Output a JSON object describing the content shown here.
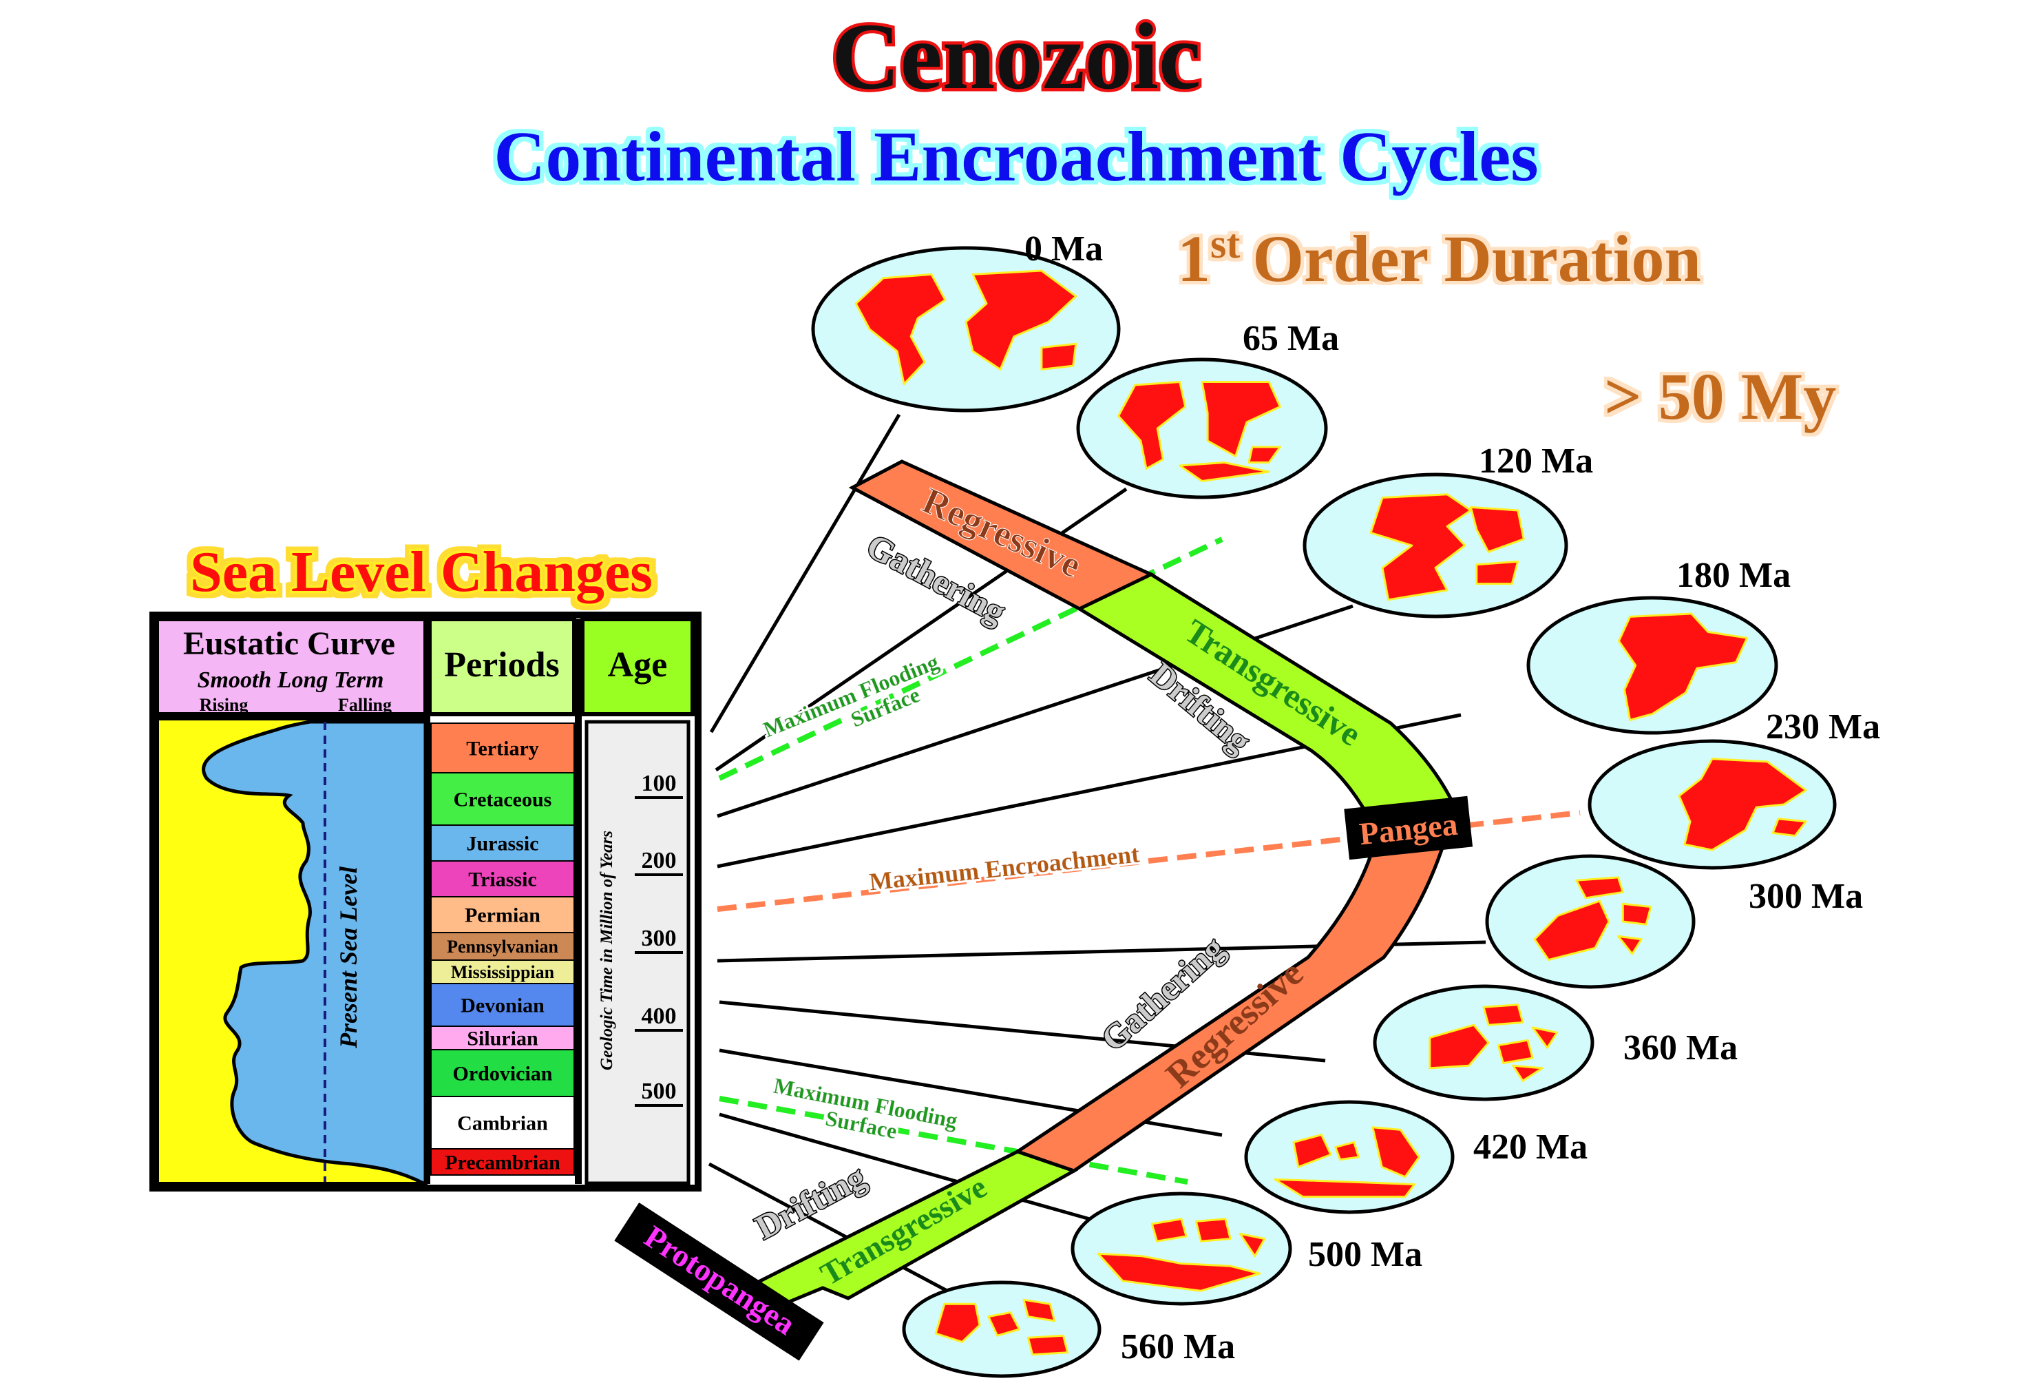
{
  "title": "Cenozoic",
  "subtitle": "Continental Encroachment Cycles",
  "duration": {
    "order_number": "1",
    "order_suffix": "st",
    "order_label": "Order Duration",
    "value": "> 50 My"
  },
  "sea_level": {
    "heading": "Sea Level Changes",
    "eustatic_title": "Eustatic Curve",
    "eustatic_subtitle": "Smooth Long Term",
    "rising_label": "Rising",
    "falling_label": "Falling",
    "present_sea_level_label": "Present Sea Level",
    "periods_title": "Periods",
    "age_title": "Age",
    "age_axis_label": "Geologic Time in Million of Years",
    "age_ticks": [
      "100",
      "200",
      "300",
      "400",
      "500"
    ],
    "periods": [
      {
        "name": "Tertiary",
        "color": "#ff7f50"
      },
      {
        "name": "Cretaceous",
        "color": "#44ee44"
      },
      {
        "name": "Jurassic",
        "color": "#6ab7ee"
      },
      {
        "name": "Triassic",
        "color": "#ee44bb"
      },
      {
        "name": "Permian",
        "color": "#ffbb88"
      },
      {
        "name": "Pennsylvanian",
        "color": "#cc8855"
      },
      {
        "name": "Mississippian",
        "color": "#eeee99"
      },
      {
        "name": "Devonian",
        "color": "#5588ee"
      },
      {
        "name": "Silurian",
        "color": "#ffaaee"
      },
      {
        "name": "Ordovician",
        "color": "#22dd44"
      },
      {
        "name": "Cambrian",
        "color": "#ffffff"
      },
      {
        "name": "Precambrian",
        "color": "#ee1111"
      }
    ]
  },
  "maps": [
    {
      "label": "0 Ma"
    },
    {
      "label": "65 Ma"
    },
    {
      "label": "120 Ma"
    },
    {
      "label": "180 Ma"
    },
    {
      "label": "230 Ma"
    },
    {
      "label": "300 Ma"
    },
    {
      "label": "360 Ma"
    },
    {
      "label": "420 Ma"
    },
    {
      "label": "500 Ma"
    },
    {
      "label": "560 Ma"
    }
  ],
  "band_labels": {
    "upper_regressive": "Regressive",
    "upper_transgressive": "Transgressive",
    "lower_regressive": "Regressive",
    "lower_transgressive": "Transgressive",
    "upper_gathering": "Gathering",
    "upper_drifting": "Drifting",
    "lower_gathering": "Gathering",
    "lower_drifting": "Drifting",
    "mfs_upper_line1": "Maximum Flooding",
    "mfs_upper_line2": "Surface",
    "mfs_lower_line1": "Maximum Flooding",
    "mfs_lower_line2": "Surface",
    "max_encroachment": "Maximum Encroachment",
    "pangea": "Pangea",
    "protopangea": "Protopangea"
  },
  "colors": {
    "title_red": "#111111",
    "title_outline": "#ee1111",
    "subtitle_blue": "#1111ee",
    "subtitle_glow": "#99ffff",
    "orange_text": "#c46a1a",
    "ocean": "#d4fbfb",
    "land": "#ff1111",
    "land_edge": "#ffee22",
    "regressive": "#ff7f50",
    "transgressive": "#aaff22",
    "green_dash": "#22ee22",
    "orange_dash": "#ff7f50",
    "eustatic_sea": "#6ab7ee",
    "eustatic_land": "#ffff11",
    "pink_header": "#f5b6f5",
    "green_header": "#ccff88",
    "age_header": "#99ff22"
  }
}
